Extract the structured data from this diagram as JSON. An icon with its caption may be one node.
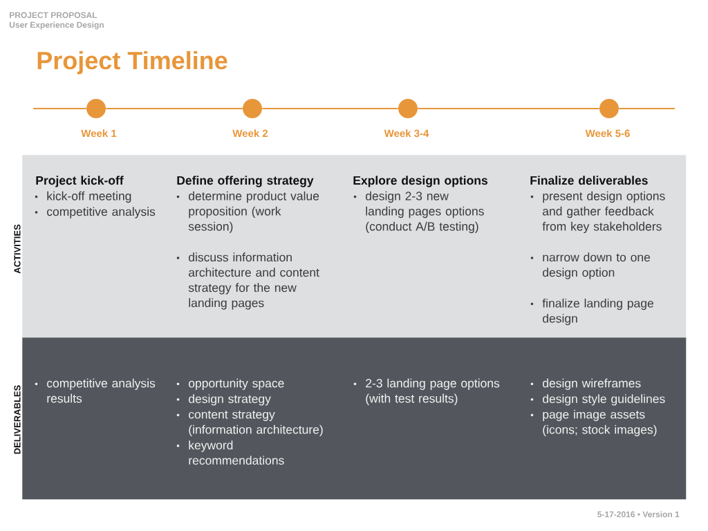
{
  "diagram": {
    "title": "Project Timeline",
    "nodes": [
      {
        "text": [],
        "shape": "circle",
        "beside": [
          "Week 1"
        ]
      },
      {
        "text": [],
        "shape": "circle",
        "beside": [
          "Week 2"
        ]
      },
      {
        "text": [],
        "shape": "circle",
        "beside": [
          "Week 3-4"
        ]
      },
      {
        "text": [],
        "shape": "circle",
        "beside": [
          "Week 5-6"
        ]
      },
      {
        "text": [
          "ACTIVITIES"
        ]
      },
      {
        "text": [
          "Project kick-off",
          "kick-off meeting",
          "competitive analysis"
        ],
        "in": 4
      },
      {
        "text": [
          "Define offering strategy",
          "determine product value proposition (work session)",
          "discuss information architecture and content strategy for the new landing pages"
        ],
        "in": 4
      },
      {
        "text": [
          "Explore design options",
          "design 2-3 new landing pages options (conduct A/B testing)"
        ],
        "in": 4
      },
      {
        "text": [
          "Finalize deliverables",
          "present design options and gather feedback from key stakeholders",
          "narrow down to one design option",
          "finalize landing page design"
        ],
        "in": 4
      },
      {
        "text": [
          "DELIVERABLES"
        ]
      },
      {
        "text": [
          "competitive analysis results"
        ],
        "in": 9
      },
      {
        "text": [
          "opportunity space",
          "design strategy",
          "content strategy (information architecture)",
          "keyword recommendations"
        ],
        "in": 9
      },
      {
        "text": [
          "2-3 landing page options (with test results)"
        ],
        "in": 9
      },
      {
        "text": [
          "design wireframes",
          "design style guidelines",
          "page image assets (icons; stock images)"
        ],
        "in": 9
      }
    ],
    "edges": [
      {
        "from": null,
        "to": 0,
        "arrow": "none"
      },
      {
        "from": 0,
        "to": 1,
        "arrow": "none"
      },
      {
        "from": 1,
        "to": 2,
        "arrow": "none"
      },
      {
        "from": 2,
        "to": 3,
        "arrow": "none"
      },
      {
        "from": 3,
        "to": null,
        "arrow": "none"
      }
    ],
    "labels": [
      "PROJECT PROPOSAL",
      "User Experience Design",
      "5-17-2016 • Version 1"
    ]
  }
}
